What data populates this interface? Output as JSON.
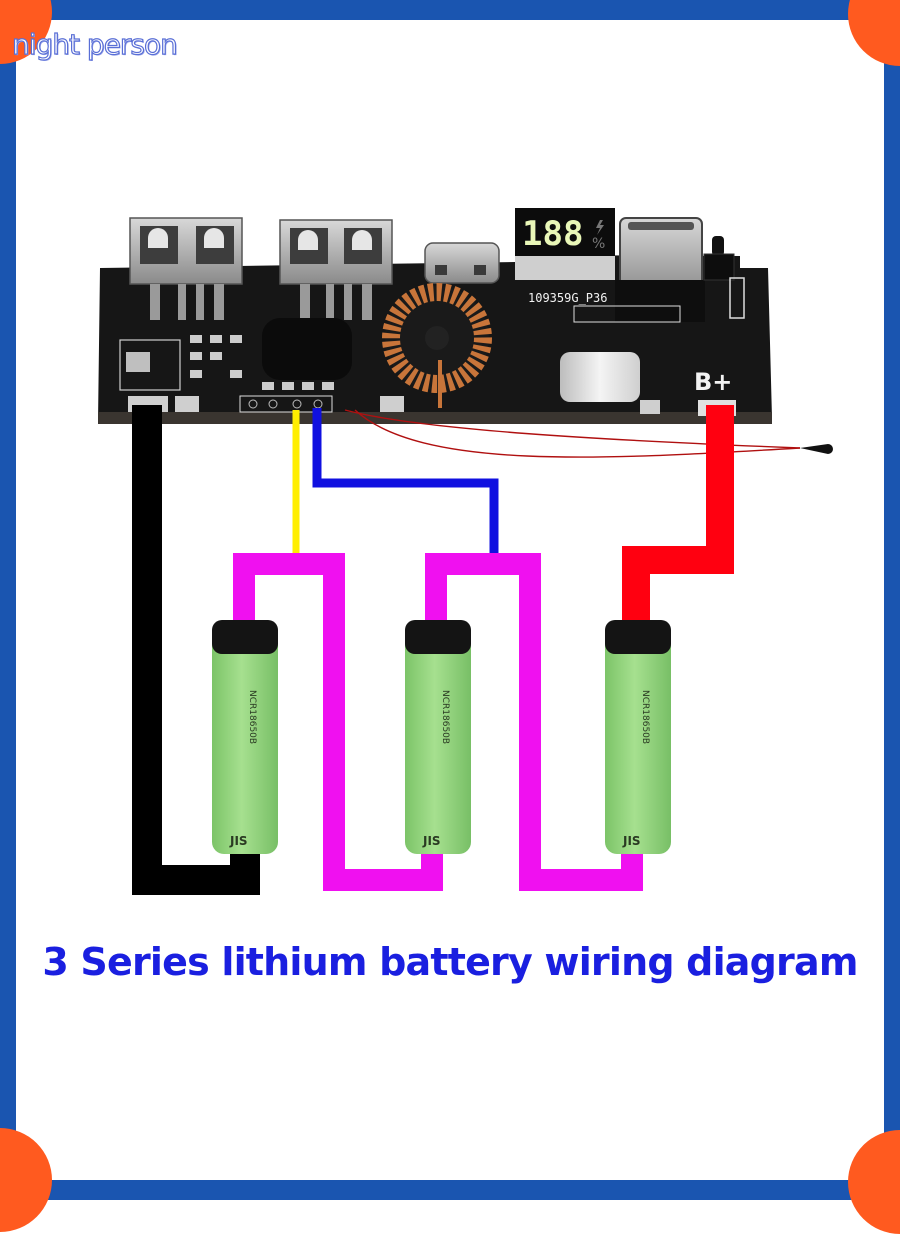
{
  "watermark": "night person",
  "title": "3 Series lithium battery wiring diagram",
  "board": {
    "model_label": "109359G_P36",
    "display_digits": "188",
    "display_percent": "%",
    "battery_positive_label": "B+",
    "ports": [
      "USB-A",
      "USB-A",
      "USB-C",
      "USB-C"
    ]
  },
  "batteries": [
    {
      "model": "NCR18650B",
      "color": "#8fd67a"
    },
    {
      "model": "NCR18650B",
      "color": "#8fd67a"
    },
    {
      "model": "NCR18650B",
      "color": "#8fd67a"
    }
  ],
  "wires": [
    {
      "name": "negative",
      "color": "#000000"
    },
    {
      "name": "balance-1",
      "color": "#ffee00"
    },
    {
      "name": "balance-2",
      "color": "#1010e0"
    },
    {
      "name": "series-link-1",
      "color": "#f010f0"
    },
    {
      "name": "series-link-2",
      "color": "#f010f0"
    },
    {
      "name": "positive",
      "color": "#ff0010"
    },
    {
      "name": "thermistor",
      "color": "#b01010"
    }
  ],
  "colors": {
    "frame": "#1a55b0",
    "corner": "#ff5a1f",
    "title": "#1a1fe0"
  }
}
